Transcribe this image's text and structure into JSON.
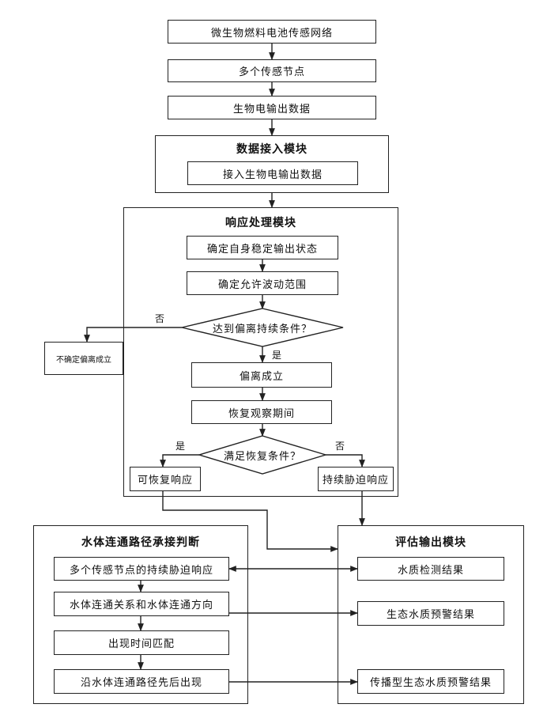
{
  "top": {
    "network": "微生物燃料电池传感网络",
    "nodes": "多个传感节点",
    "bio_output": "生物电输出数据"
  },
  "access": {
    "title": "数据接入模块",
    "item": "接入生物电输出数据"
  },
  "response": {
    "title": "响应处理模块",
    "steady": "确定自身稳定输出状态",
    "range": "确定允许波动范围",
    "deviation_cond": "达到偏离持续条件？",
    "no_label": "否",
    "yes_label": "是",
    "not_established": "不确定偏离成立",
    "established": "偏离成立",
    "observe": "恢复观察期间",
    "recover_cond": "满足恢复条件？",
    "recover_yes": "是",
    "recover_no": "否",
    "recoverable": "可恢复响应",
    "persistent": "持续胁迫响应"
  },
  "water": {
    "title": "水体连通路径承接判断",
    "items": [
      "多个传感节点的持续胁迫响应",
      "水体连通关系和水体连通方向",
      "出现时间匹配",
      "沿水体连通路径先后出现"
    ]
  },
  "eval": {
    "title": "评估输出模块",
    "items": [
      "水质检测结果",
      "生态水质预警结果",
      "传播型生态水质预警结果"
    ]
  }
}
